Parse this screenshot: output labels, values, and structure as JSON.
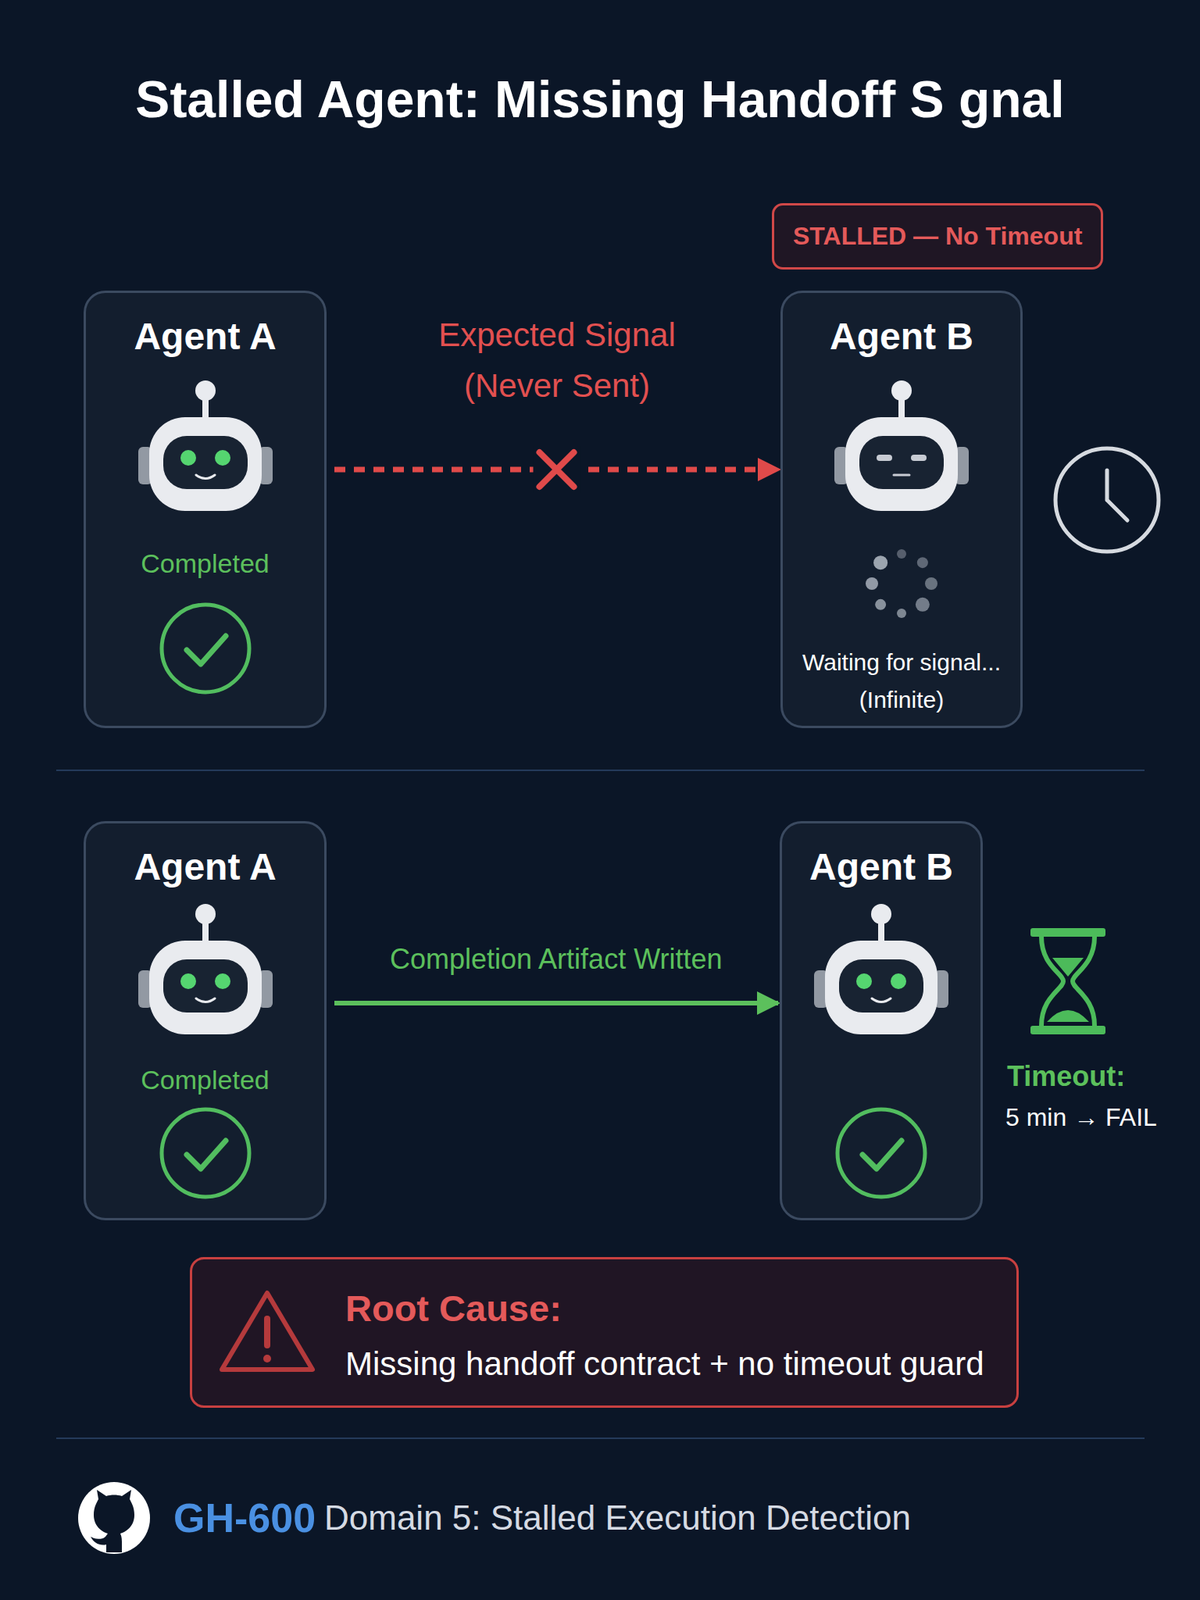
{
  "diagram": {
    "title": "Stalled Agent: Missing Handoff S gnal",
    "nodes": [
      {
        "text": [
          "Agent A",
          "Completed"
        ]
      },
      {
        "text": [
          "Agent B",
          "Waiting for signal... (Infinite)"
        ]
      },
      {
        "text": [
          "STALLED — No Timeout"
        ]
      },
      {
        "text": [
          "Agent A",
          "Completed"
        ]
      },
      {
        "text": [
          "Agent B"
        ]
      },
      {
        "text": [
          "Root Cause:",
          "Missing handoff contract + no timeout guard"
        ]
      }
    ],
    "edges": [
      {
        "from": 0,
        "to": 1,
        "arrow": "to",
        "label": "Expected Signal (Never Sent)"
      },
      {
        "from": 3,
        "to": 4,
        "arrow": "to",
        "label": "Completion Artifact Written"
      }
    ],
    "labels": [
      "Timeout:",
      "5 min → FAIL",
      "GH-600",
      "Domain 5: Stalled Execution Detection"
    ]
  }
}
